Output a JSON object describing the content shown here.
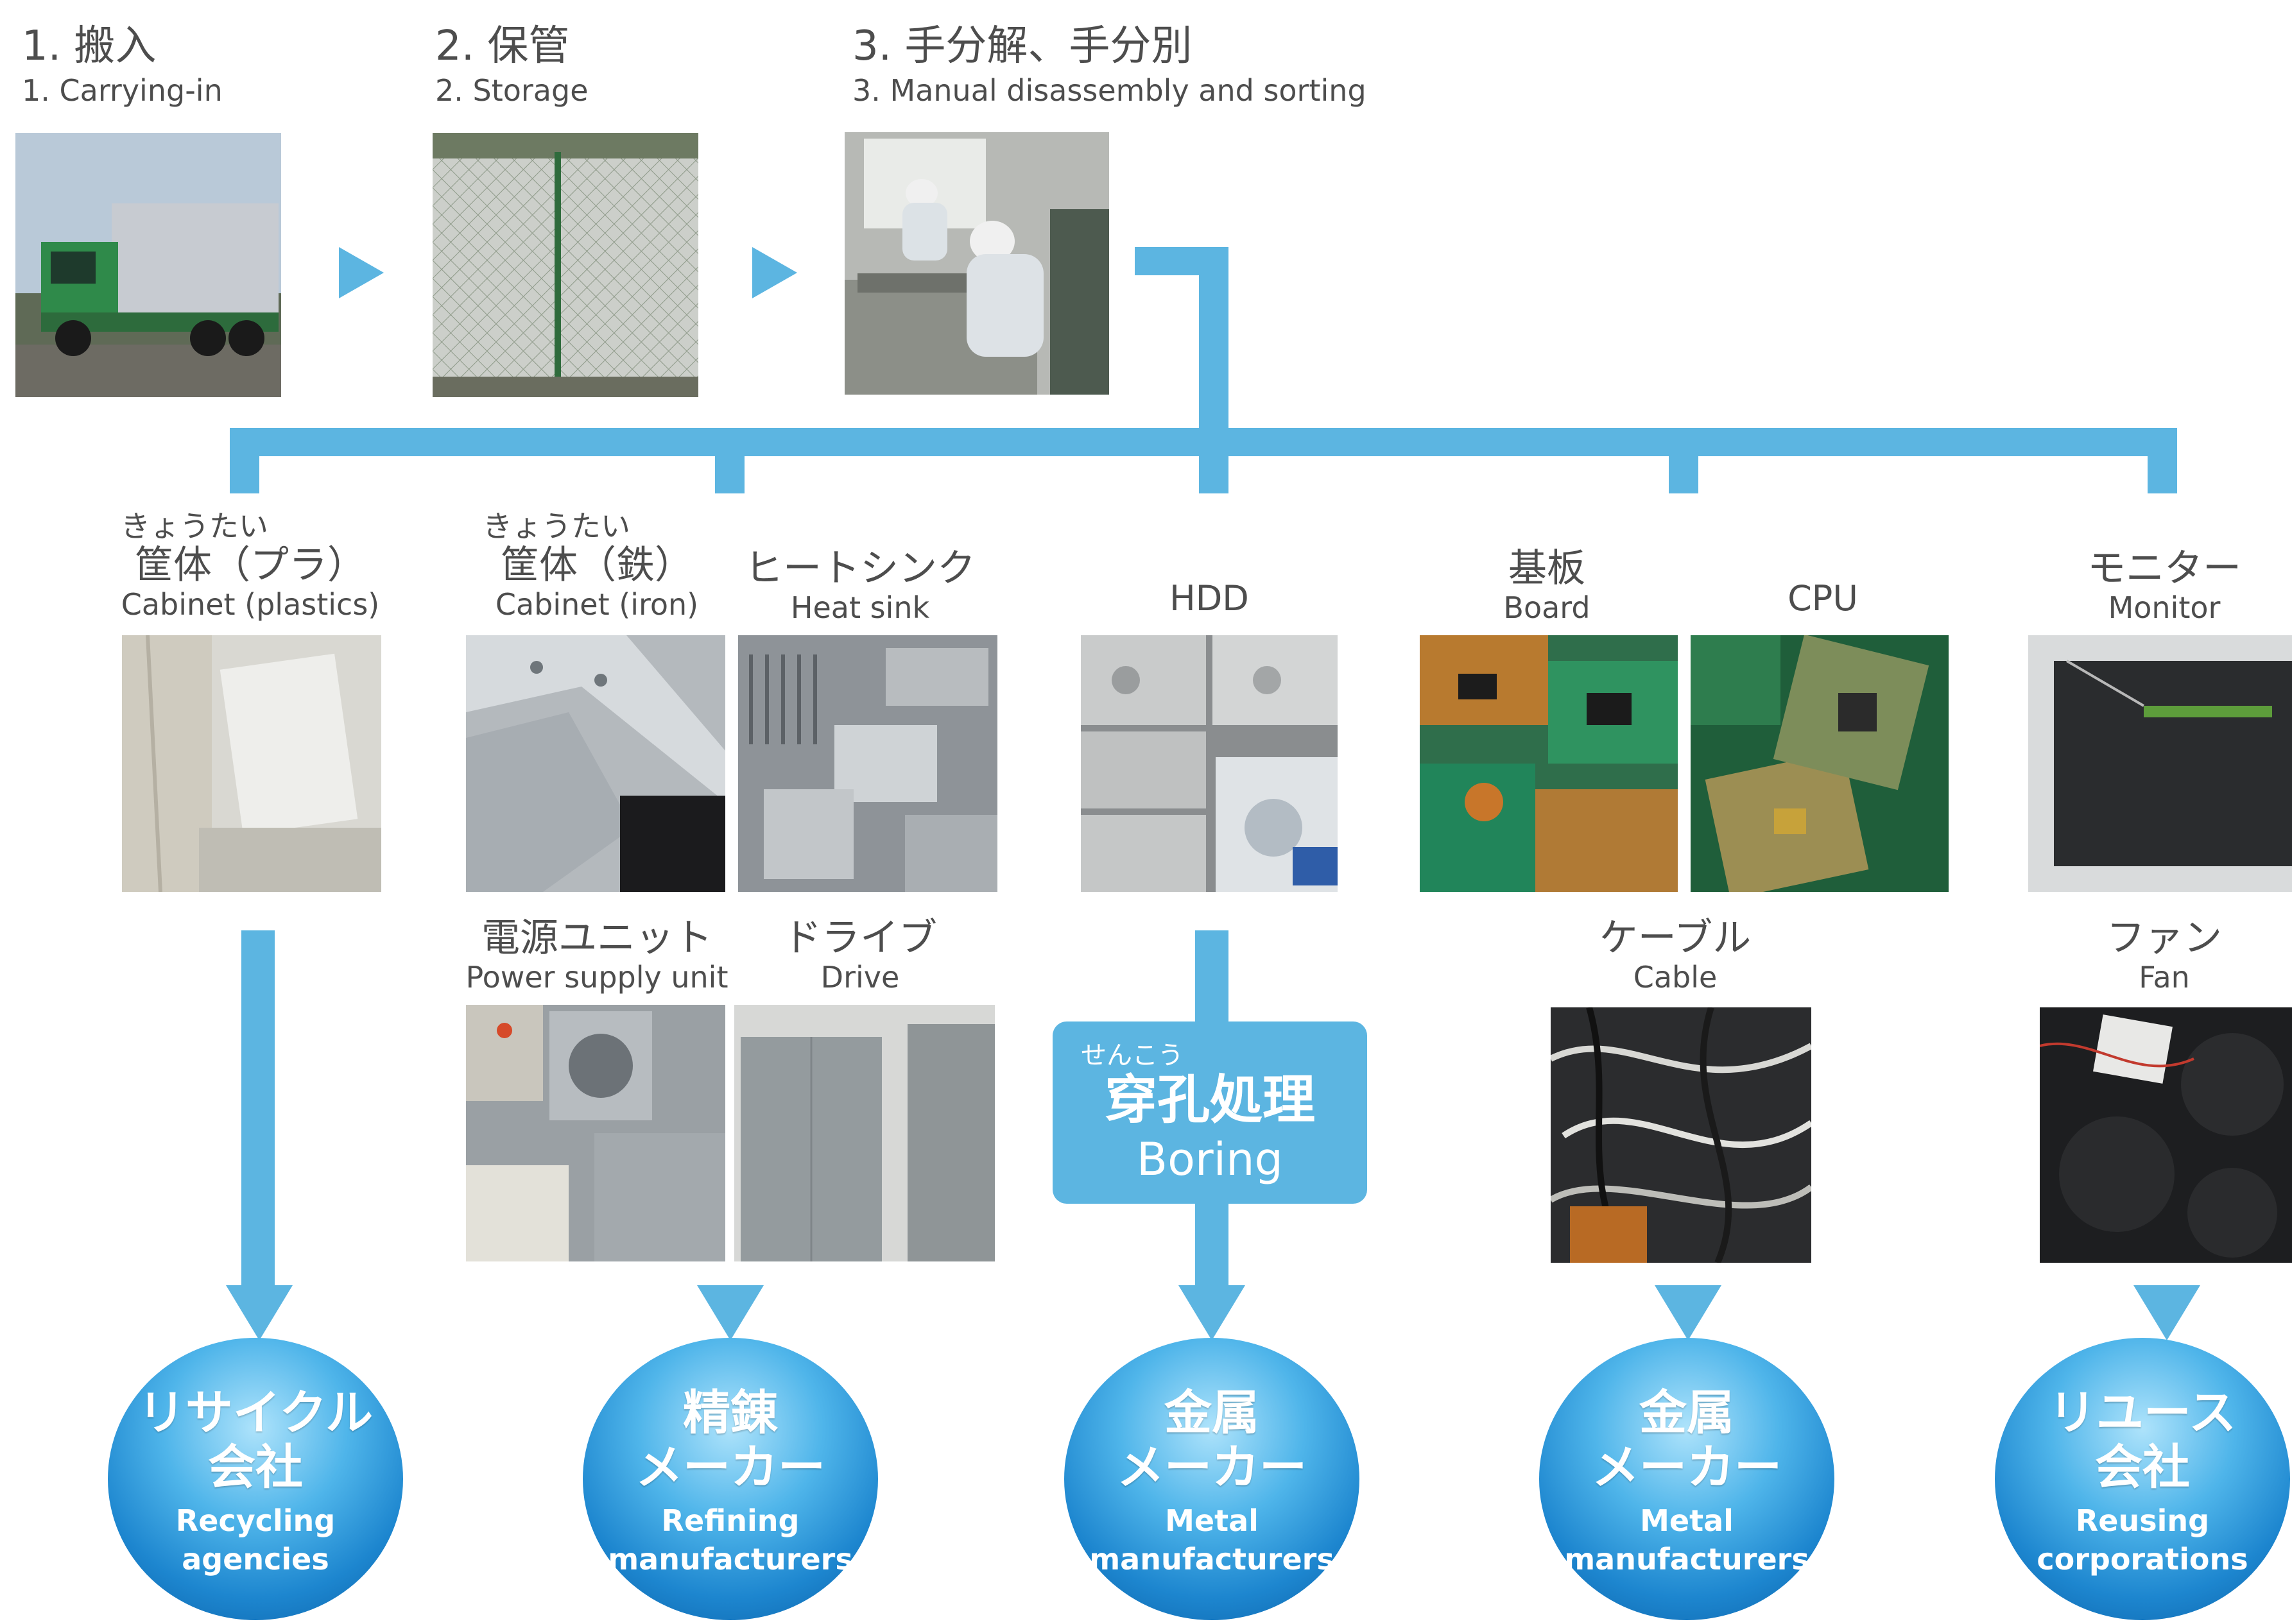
{
  "steps": [
    {
      "jp": "1. 搬入",
      "en": "1.  Carrying-in",
      "photo": "truck-photo"
    },
    {
      "jp": "2. 保管",
      "en": "2.  Storage",
      "photo": "storage-fence-photo"
    },
    {
      "jp": "3. 手分解、手分別",
      "en": "3.  Manual disassembly and sorting",
      "photo": "workers-photo"
    }
  ],
  "items": {
    "cabinet_plastics": {
      "ruby": "きょうたい",
      "jp": "筐体（プラ）",
      "en": "Cabinet (plastics)"
    },
    "cabinet_iron": {
      "ruby": "きょうたい",
      "jp": "筐体（鉄）",
      "en": "Cabinet (iron)"
    },
    "heat_sink": {
      "jp": "ヒートシンク",
      "en": "Heat sink"
    },
    "hdd": {
      "en": "HDD"
    },
    "board": {
      "jp": "基板",
      "en": "Board"
    },
    "cpu": {
      "en": "CPU"
    },
    "monitor": {
      "jp": "モニター",
      "en": "Monitor"
    },
    "power_supply": {
      "jp": "電源ユニット",
      "en": "Power supply unit"
    },
    "drive": {
      "jp": "ドライブ",
      "en": "Drive"
    },
    "cable": {
      "jp": "ケーブル",
      "en": "Cable"
    },
    "fan": {
      "jp": "ファン",
      "en": "Fan"
    }
  },
  "boring": {
    "ruby": "せんこう",
    "jp": "穿孔処理",
    "en": "Boring"
  },
  "destinations": [
    {
      "jp1": "リサイクル",
      "jp2": "会社",
      "en1": "Recycling",
      "en2": "agencies"
    },
    {
      "jp1": "精錬",
      "jp2": "メーカー",
      "en1": "Refining",
      "en2": "manufacturers"
    },
    {
      "jp1": "金属",
      "jp2": "メーカー",
      "en1": "Metal",
      "en2": "manufacturers"
    },
    {
      "jp1": "金属",
      "jp2": "メーカー",
      "en1": "Metal",
      "en2": "manufacturers"
    },
    {
      "jp1": "リユース",
      "jp2": "会社",
      "en1": "Reusing",
      "en2": "corporations"
    }
  ],
  "colors": {
    "flow": "#5cb5e1",
    "text": "#4d4d4d",
    "ball_dark": "#0a5fa6",
    "ball_light": "#aee3fb"
  }
}
